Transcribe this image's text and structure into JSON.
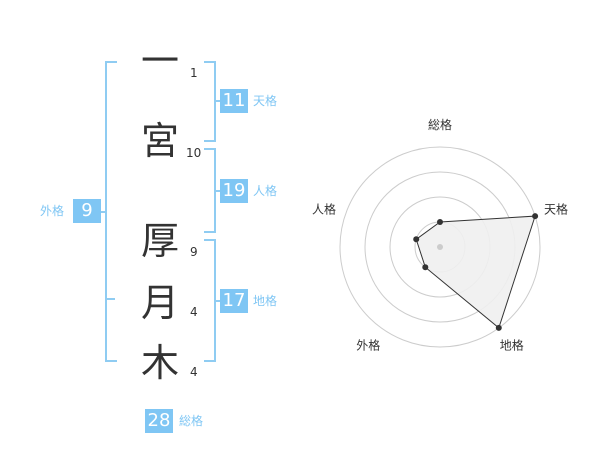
{
  "name": {
    "chars": [
      {
        "char": "一",
        "strokes": "1"
      },
      {
        "char": "宮",
        "strokes": "10"
      },
      {
        "char": "",
        "strokes": ""
      },
      {
        "char": "厚",
        "strokes": "9"
      },
      {
        "char": "月",
        "strokes": "4"
      },
      {
        "char": "木",
        "strokes": "4"
      }
    ],
    "dummy_top": "1"
  },
  "kaku": {
    "tenkaku": {
      "value": "11",
      "label": "天格"
    },
    "jinkaku": {
      "value": "19",
      "label": "人格"
    },
    "chikaku": {
      "value": "17",
      "label": "地格"
    },
    "gaikaku": {
      "value": "9",
      "label": "外格"
    },
    "soukaku": {
      "value": "28",
      "label": "総格"
    }
  },
  "chart_data": {
    "type": "radar",
    "axes": [
      "総格",
      "天格",
      "地格",
      "外格",
      "人格"
    ],
    "values": [
      1,
      4,
      4,
      1,
      1
    ],
    "max": 4,
    "rings": 4,
    "colors": {
      "fill": "#efefef",
      "line": "#333333",
      "ring": "#cccccc"
    }
  },
  "colors": {
    "accent": "#7fc6f4",
    "text": "#333333"
  }
}
